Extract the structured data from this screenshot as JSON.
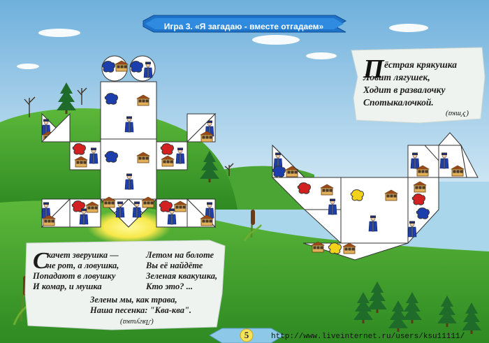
{
  "banner": {
    "title": "Игра 3. «Я загадаю - вместе отгадаем»"
  },
  "riddle_right": {
    "dropcap": "П",
    "lines": [
      "ёстрая крякушка",
      "Ловит лягушек,",
      "Ходит в развалочку",
      "Спотыкалочкой."
    ],
    "answer_upside_down": "(Утка)"
  },
  "riddle_left": {
    "dropcap": "С",
    "col1": [
      "качет зверушка —",
      "не рот, а ловушка,",
      "Попадают в ловушку",
      "И комар, и мушка"
    ],
    "col2": [
      "Летом на болоте",
      "Вы её найдёте",
      "Зеленая квакушка,",
      "Кто это? ..."
    ],
    "col3": [
      "Зелены мы, как трава,",
      "Наша песенка: \"Ква-ква\"."
    ],
    "answer_upside_down": "(Лягушка)"
  },
  "page_number": "5",
  "watermark_url": "http://www.liveinternet.ru/users/ksu11111/",
  "colors": {
    "sky_top": "#7ab8e0",
    "sky_bottom": "#dbeef8",
    "grass": "#3a9a2a",
    "water": "#bfe0ee",
    "banner": "#2a7fd0",
    "blot_blue": "#1d3fae",
    "blot_red": "#d32020",
    "blot_yellow": "#f2d21a"
  },
  "icons": [
    "house-icon",
    "soldier-icon",
    "ink-blot-icon",
    "tree-icon",
    "reed-icon"
  ]
}
